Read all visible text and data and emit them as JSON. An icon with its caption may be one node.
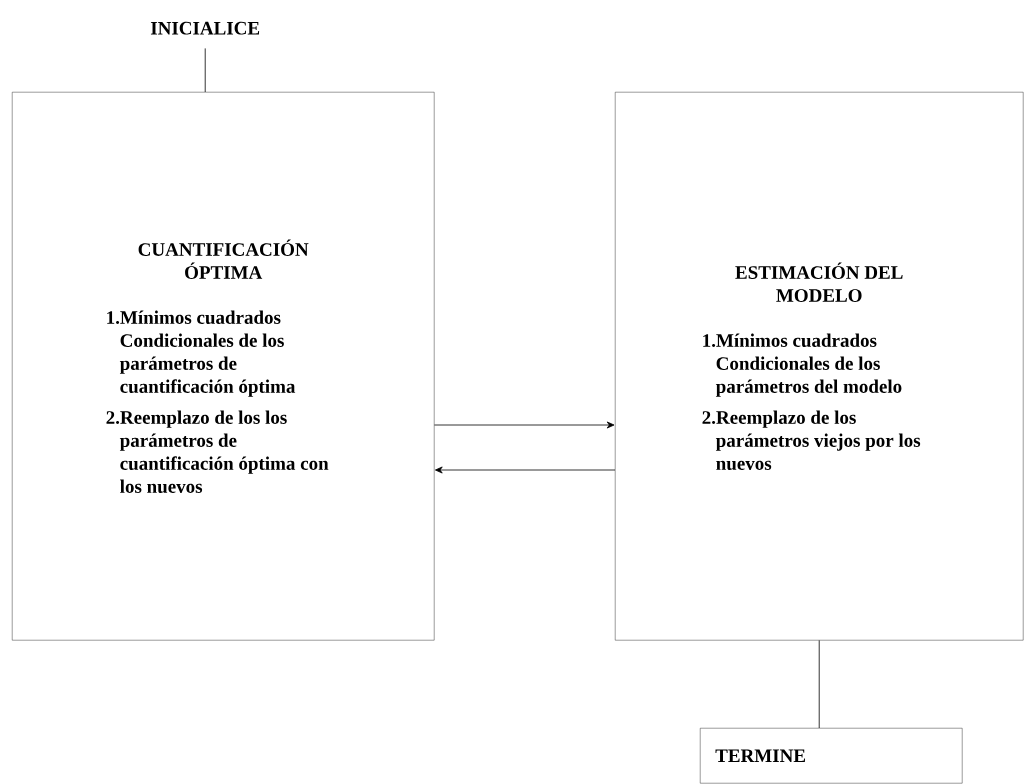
{
  "diagram": {
    "nodes": [
      {
        "text": [
          "INICIALICE"
        ]
      },
      {
        "text": [
          "CUANTIFICACIÓN ÓPTIMA",
          "1.Mínimos cuadrados Condicionales de los parámetros de cuantificación óptima",
          "2.Reemplazo de los los parámetros de cuantificación óptima con los nuevos"
        ]
      },
      {
        "text": [
          "ESTIMACIÓN DEL MODELO",
          "1.Mínimos cuadrados Condicionales de los parámetros del modelo",
          "2.Reemplazo de los parámetros viejos por los nuevos"
        ]
      },
      {
        "text": [
          "TERMINE"
        ]
      }
    ],
    "edges": [
      {
        "from": 0,
        "to": 1,
        "arrow": "none"
      },
      {
        "from": 1,
        "to": 2,
        "arrow": "to"
      },
      {
        "from": 2,
        "to": 1,
        "arrow": "to"
      },
      {
        "from": 2,
        "to": 3,
        "arrow": "none"
      }
    ]
  }
}
